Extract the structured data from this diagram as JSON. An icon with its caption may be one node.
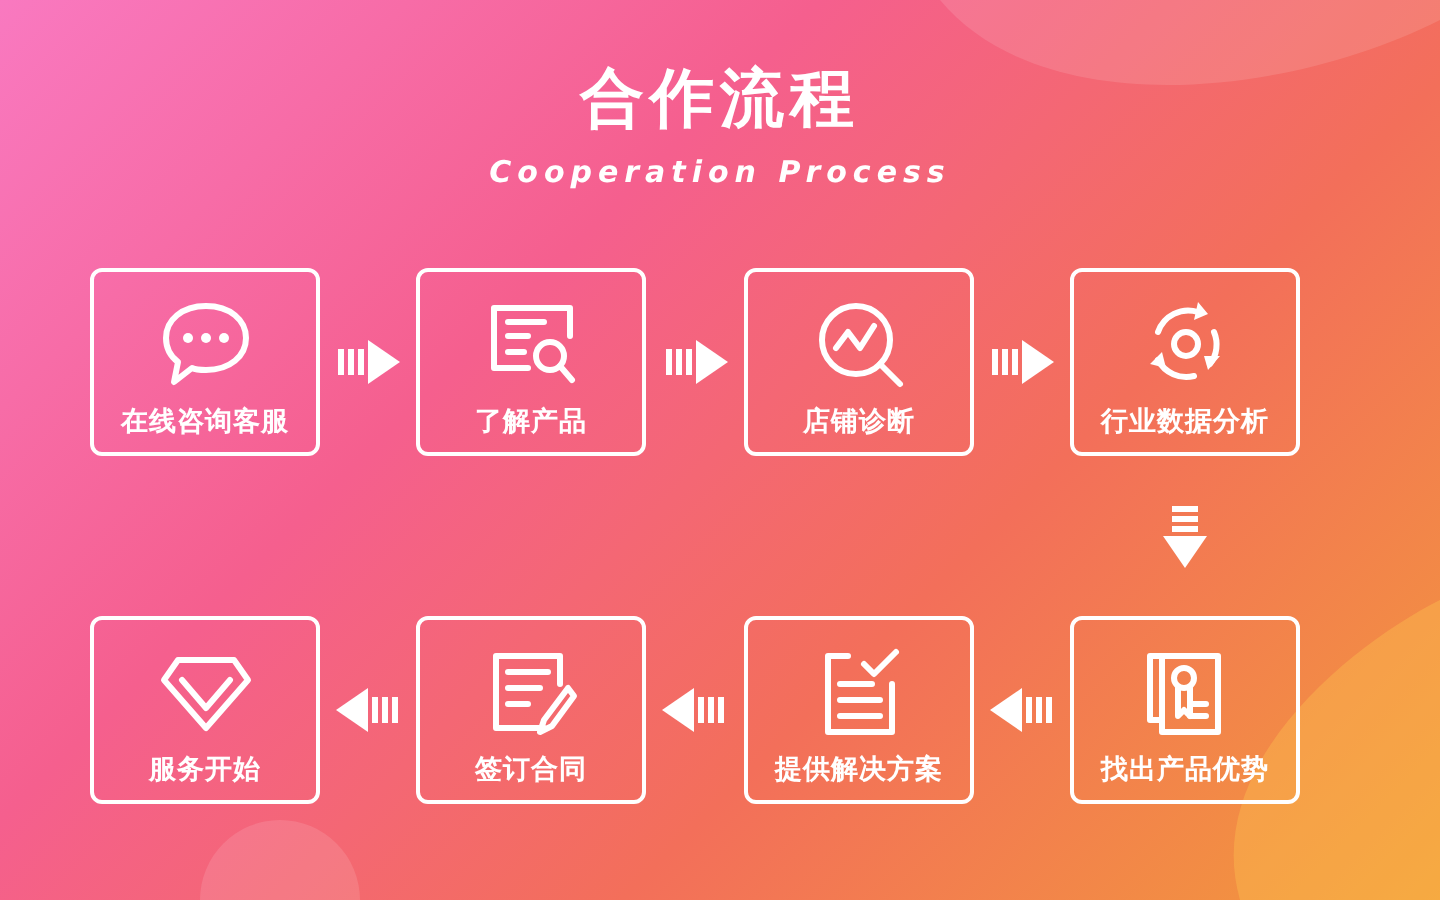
{
  "diagram": {
    "title": "合作流程",
    "nodes": [
      {
        "text": [
          "在线咨询客服"
        ]
      },
      {
        "text": [
          "了解产品"
        ]
      },
      {
        "text": [
          "店铺诊断"
        ]
      },
      {
        "text": [
          "行业数据分析"
        ]
      },
      {
        "text": [
          "服务开始"
        ]
      },
      {
        "text": [
          "签订合同"
        ]
      },
      {
        "text": [
          "提供解决方案"
        ]
      },
      {
        "text": [
          "找出产品优势"
        ]
      }
    ],
    "edges": [
      {
        "from": 0,
        "to": 1,
        "arrow": "to"
      },
      {
        "from": 1,
        "to": 2,
        "arrow": "to"
      },
      {
        "from": 2,
        "to": 3,
        "arrow": "to"
      },
      {
        "from": 3,
        "to": 7,
        "arrow": "to"
      },
      {
        "from": 7,
        "to": 6,
        "arrow": "to"
      },
      {
        "from": 6,
        "to": 5,
        "arrow": "to"
      },
      {
        "from": 5,
        "to": 4,
        "arrow": "to"
      }
    ],
    "labels": [
      "Cooperation Process"
    ]
  }
}
